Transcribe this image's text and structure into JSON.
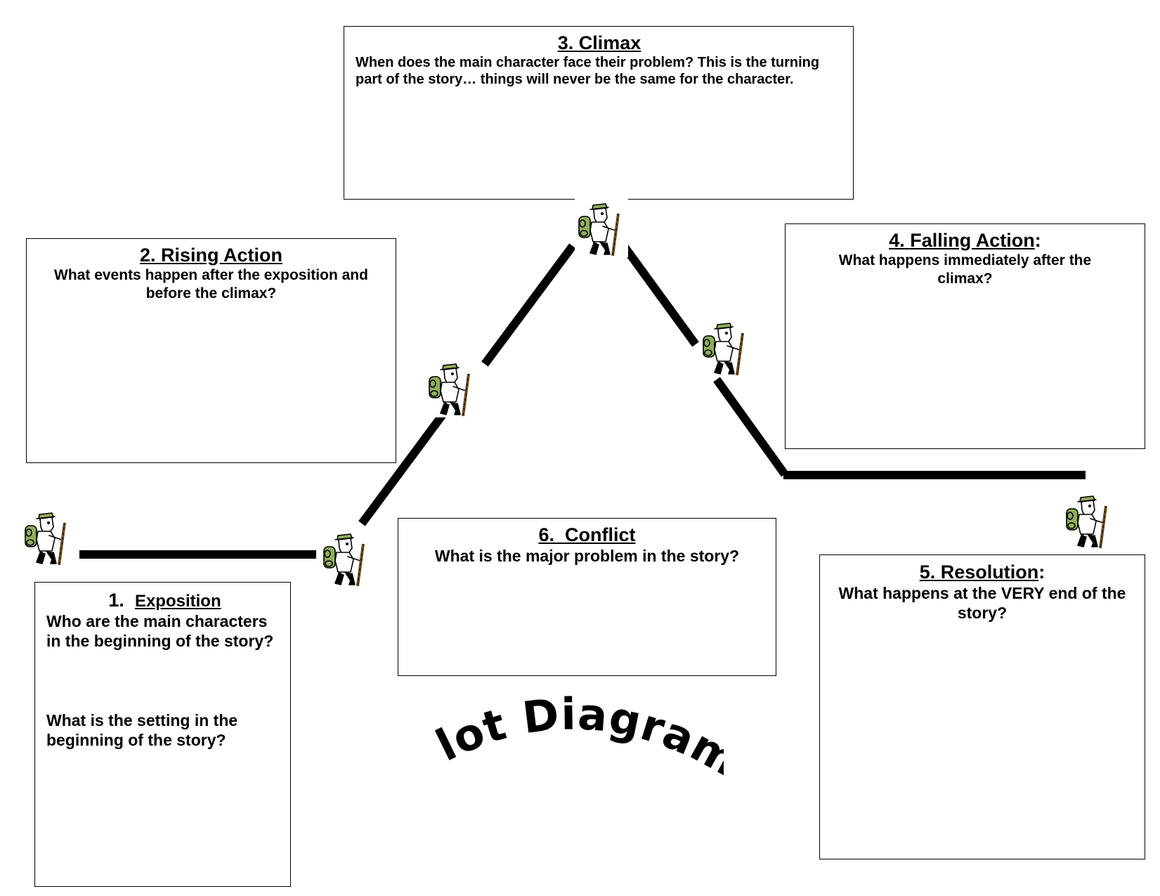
{
  "climax": {
    "number": "3.",
    "title": "Climax",
    "question": "When does the main character face their problem? This is the turning part of the story… things will never be the same for the character."
  },
  "rising_action": {
    "number": "2.",
    "title": "Rising Action",
    "question": "What events happen after the exposition and before the climax?"
  },
  "falling_action": {
    "number": "4.",
    "title": "Falling Action",
    "suffix": ":",
    "question": "What happens immediately after the climax?"
  },
  "exposition": {
    "number": "1.",
    "title": "Exposition",
    "question1": "Who are the main characters in the beginning of the story?",
    "question2": "What is the setting in the beginning of the story?"
  },
  "conflict": {
    "number": "6.",
    "title": "Conflict",
    "question": "What is the major problem in the story?"
  },
  "resolution": {
    "number": "5.",
    "title": "Resolution",
    "suffix": ":",
    "question": "What happens at the VERY end of the story?"
  },
  "diagram_title": "Plot Diagram",
  "icons": {
    "hiker": "hiker-icon"
  },
  "colors": {
    "line": "#000000",
    "backpack": "#8fae5a",
    "skin": "#ffffff"
  }
}
